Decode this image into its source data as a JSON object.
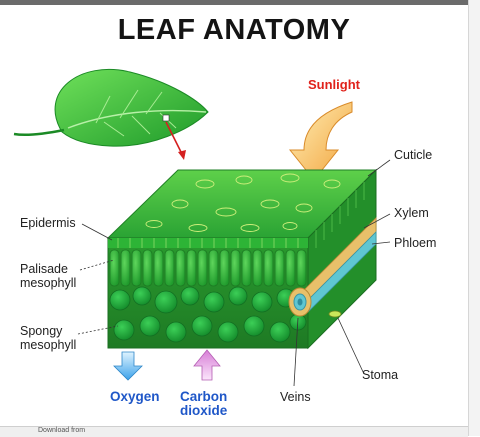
{
  "title": "LEAF ANATOMY",
  "labels": {
    "sunlight": "Sunlight",
    "cuticle": "Cuticle",
    "epidermis": "Epidermis",
    "xylem": "Xylem",
    "phloem": "Phloem",
    "palisade_line1": "Palisade",
    "palisade_line2": "mesophyll",
    "spongy_line1": "Spongy",
    "spongy_line2": "mesophyll",
    "stoma": "Stoma",
    "oxygen": "Oxygen",
    "carbon_line1": "Carbon",
    "carbon_line2": "dioxide",
    "veins": "Veins"
  },
  "footer": "Download from",
  "colors": {
    "leaf": "#3cc23a",
    "epidermis": "#2e9a2e",
    "cells": "#27b83d",
    "xylem": "#e8c06a",
    "phloem": "#5fc6d2",
    "sunlight_arrow": "#f4a93b",
    "oxygen_arrow": "#5ab4f0",
    "carbon_arrow": "#e8a6e6"
  }
}
